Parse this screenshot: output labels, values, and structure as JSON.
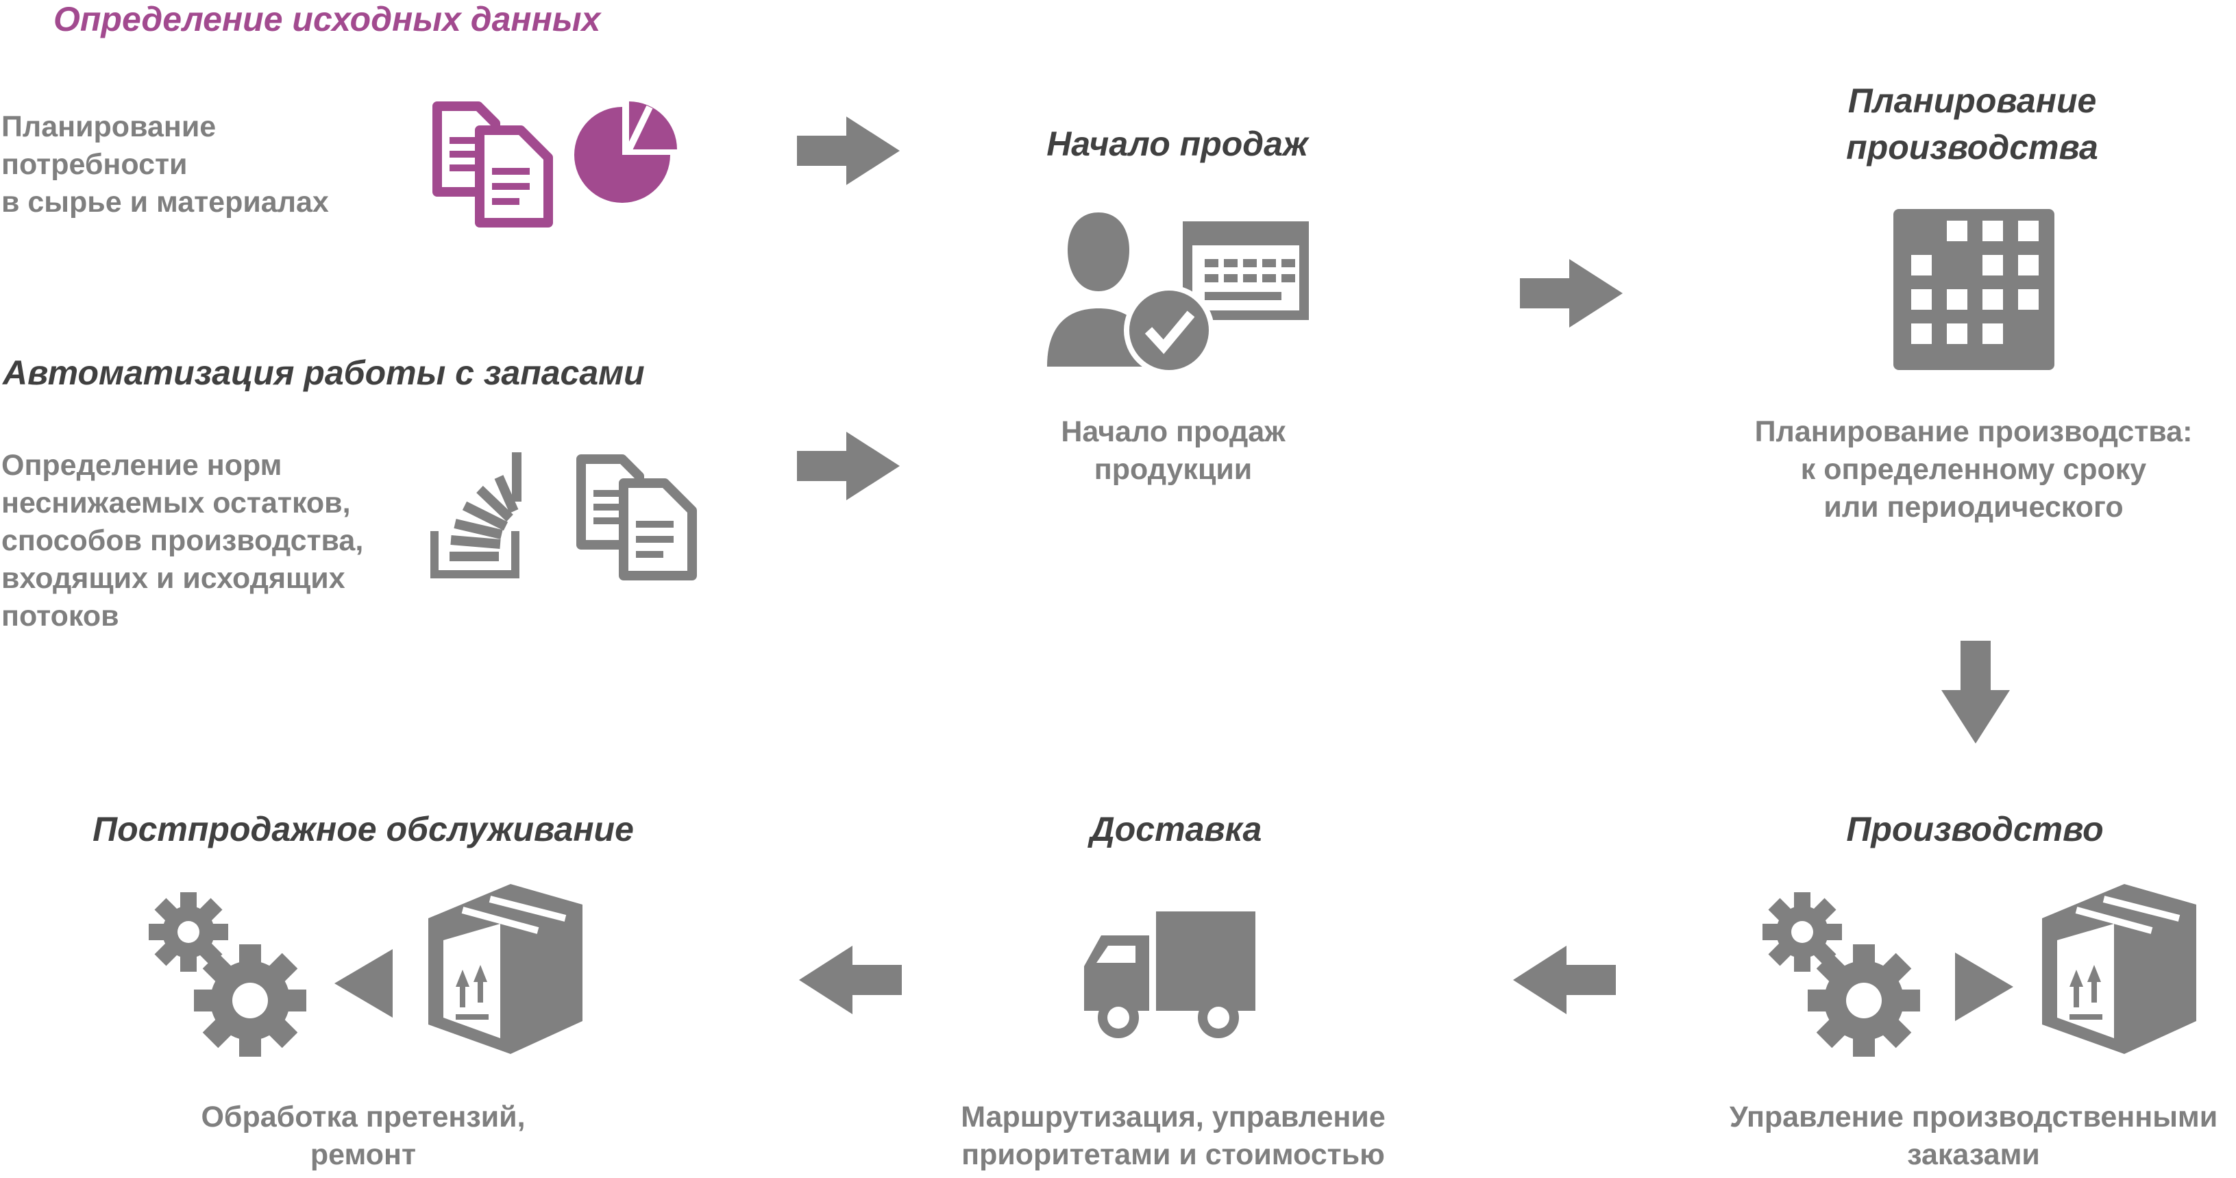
{
  "input_section": {
    "title": "Определение исходных данных",
    "materials_desc": [
      "Планирование",
      "потребности",
      "в сырье и материалах"
    ],
    "inventory_title": "Автоматизация работы с запасами",
    "inventory_desc": [
      "Определение норм",
      "неснижаемых остатков,",
      "способов производства,",
      "входящих и исходящих",
      "потоков"
    ]
  },
  "sales": {
    "title": "Начало продаж",
    "desc": [
      "Начало продаж",
      "продукции"
    ]
  },
  "planning": {
    "title": [
      "Планирование",
      "производства"
    ],
    "desc": [
      "Планирование производства:",
      "к определенному сроку",
      "или периодического"
    ]
  },
  "production": {
    "title": "Производство",
    "desc": [
      "Управление производственными",
      "заказами"
    ]
  },
  "delivery": {
    "title": "Доставка",
    "desc": [
      "Маршрутизация, управление",
      "приоритетами и стоимостью"
    ]
  },
  "aftersales": {
    "title": "Постпродажное обслуживание",
    "desc": [
      "Обработка претензий,",
      "ремонт"
    ]
  },
  "colors": {
    "accent": "#a24a8f",
    "icon": "#808080",
    "title": "#404040",
    "text": "#7f7f7f"
  }
}
